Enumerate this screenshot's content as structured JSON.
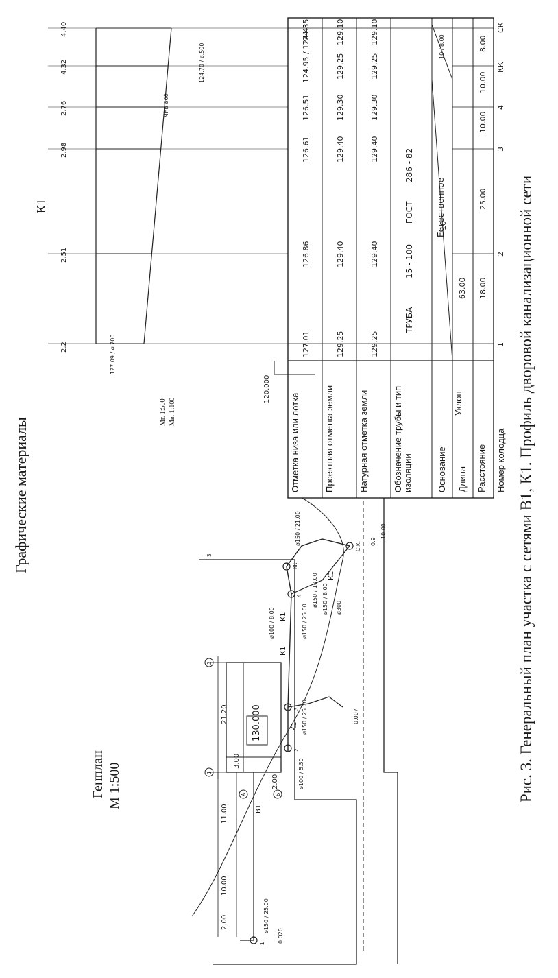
{
  "section_title": "Графические материалы",
  "genplan": {
    "title": "Генплан",
    "scale": "М 1:500",
    "building_label": "130.000",
    "dims": [
      "2.00",
      "10.00",
      "11.00",
      "21.20",
      "2.00",
      "3.00"
    ],
    "axis_marks": [
      "1",
      "2",
      "3",
      "А",
      "Б"
    ],
    "network_labels": [
      "В1",
      "К1",
      "К1",
      "К1",
      "К1"
    ],
    "well_labels": [
      "1",
      "2",
      "3",
      "4",
      "КК",
      "С.К."
    ],
    "pipe_specs": [
      "ø150 / 25.00",
      "ø100 / 5.50",
      "ø150 / 25.00",
      "ø100 / 8.00",
      "ø150 / 25.00",
      "ø150 / 10.00",
      "ø150 / 8.00",
      "ø300",
      "ø150 / 21.00"
    ],
    "slopes": [
      "0.020",
      "0.007",
      "0.9",
      "10.00"
    ]
  },
  "profile": {
    "label": "К1",
    "scale_h": "Мг. 1:500",
    "scale_v": "Мв. 1:100",
    "datum": "120.000",
    "start_elev": "127.09 / ø.700",
    "right_callout": "124.70 / ø.500",
    "chamber_note": "ЧНВ 800",
    "top_values": [
      "2.2",
      "2.51",
      "2.98",
      "2.76",
      "4.32",
      "4.40"
    ],
    "row_labels": {
      "invert": "Отметка низа или лотка",
      "design_ground": "Проектная отметка земли",
      "natural_ground": "Натурная отметка земли",
      "pipe": "Обозначение трубы и тип изоляции",
      "base": "Основание",
      "length": "Длина",
      "slope": "Уклон",
      "distance": "Расстояние",
      "well_no": "Номер колодца"
    },
    "columns": [
      {
        "invert": "127.01",
        "design": "129.25",
        "natural": "129.25"
      },
      {
        "invert": "126.86",
        "design": "129.40",
        "natural": "129.40"
      },
      {
        "invert": "126.61",
        "design": "129.40",
        "natural": "129.40"
      },
      {
        "invert": "126.51",
        "design": "129.30",
        "natural": "129.30"
      },
      {
        "invert": "124.95 / 124.41",
        "design": "129.25",
        "natural": "129.25"
      },
      {
        "invert": "124.35",
        "design": "129.10",
        "natural": "129.10"
      }
    ],
    "pipe": [
      "ТРУБА",
      "15 - 100",
      "ГОСТ",
      "286 - 82"
    ],
    "base_value": "Естественное",
    "segments": [
      {
        "length": "63.00",
        "slope": "10",
        "distance": "18.00"
      },
      {
        "length": "",
        "slope": "",
        "distance": "25.00"
      },
      {
        "length": "",
        "slope": "",
        "distance": "10.00"
      },
      {
        "length": "",
        "slope": "10 / 8.00",
        "distance": "10.00"
      },
      {
        "length": "",
        "slope": "",
        "distance": "8.00"
      }
    ],
    "well_numbers": [
      "1",
      "2",
      "3",
      "4",
      "КК",
      "СК"
    ]
  },
  "caption": "Рис. 3. Генеральный план участка с сетями В1, К1. Профиль дворовой канализационной сети"
}
